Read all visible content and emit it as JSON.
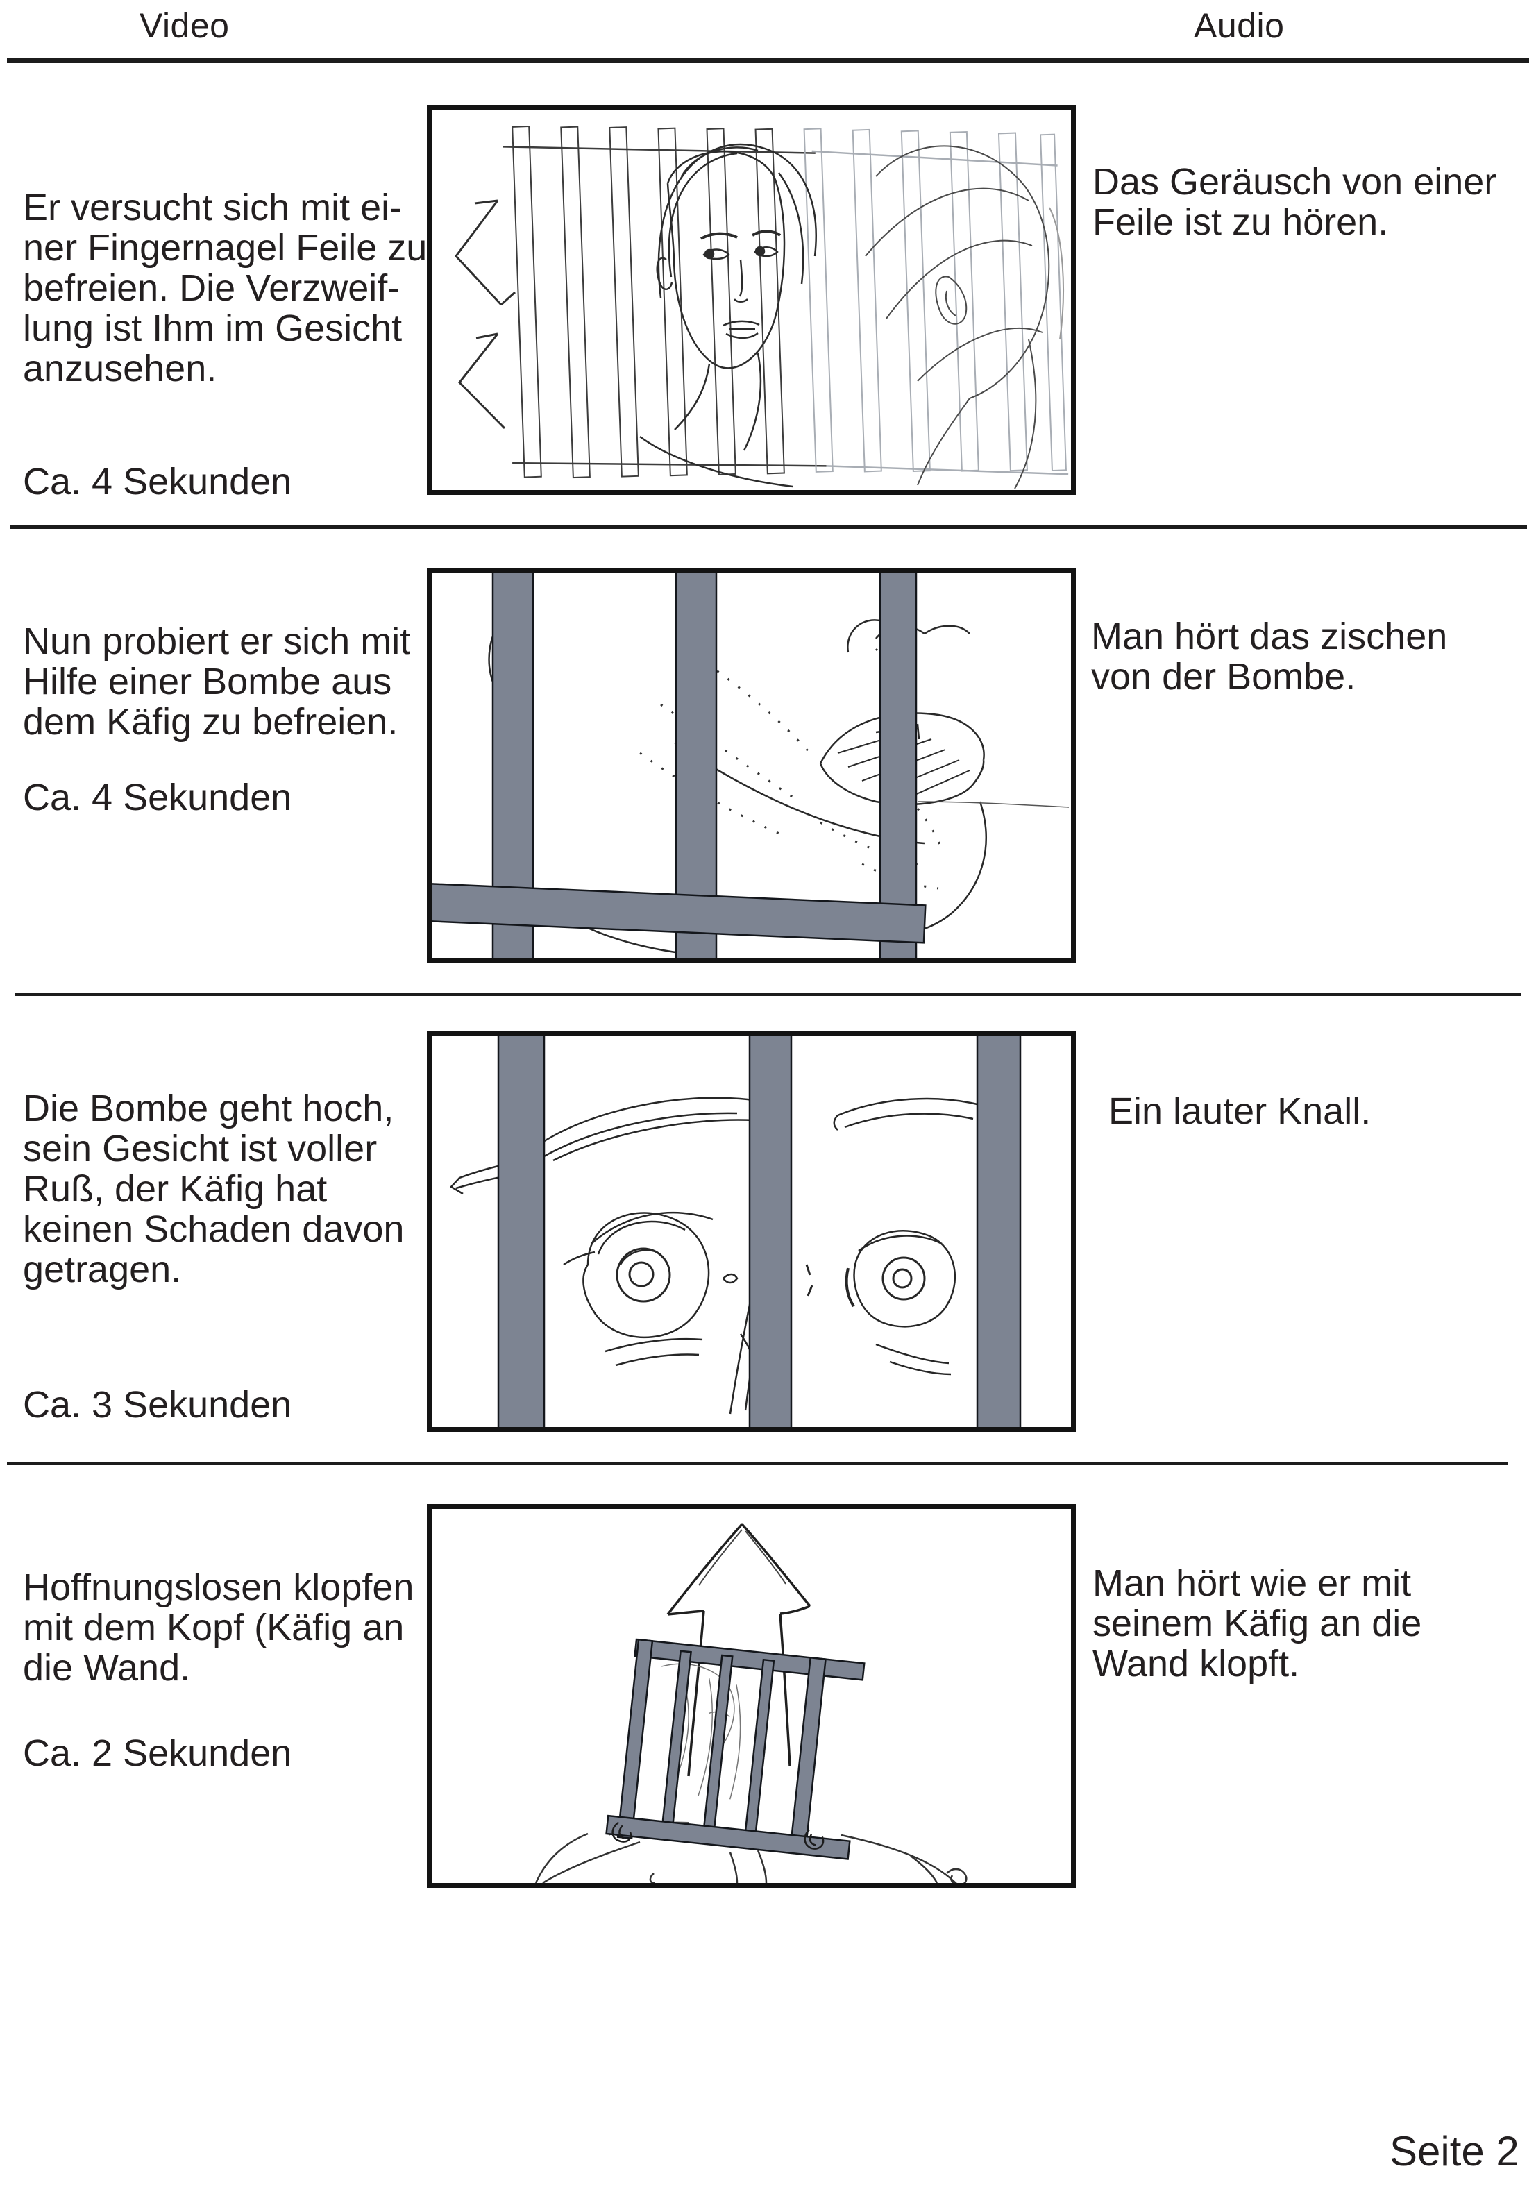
{
  "header": {
    "video_label": "Video",
    "audio_label": "Audio"
  },
  "rows": [
    {
      "video_text": "Er versucht sich mit ei-\nner Fingernagel Feile zu\nbefreien. Die Verzweif-\nlung ist Ihm im Gesicht\nanzusehen.",
      "duration": "Ca. 4 Sekunden",
      "audio_text": "Das Geräusch von einer\nFeile ist zu hören.",
      "sketch": "two-faces-behind-cage-bars"
    },
    {
      "video_text": "Nun probiert er sich mit\nHilfe einer Bombe aus\ndem Käfig zu befreien.",
      "duration": "Ca. 4 Sekunden",
      "audio_text": "Man hört das zischen\nvon der Bombe.",
      "sketch": "mouth-with-stubble-behind-bars"
    },
    {
      "video_text": "Die Bombe geht hoch,\nsein Gesicht ist voller\nRuß, der Käfig hat\nkeinen Schaden davon\ngetragen.",
      "duration": "Ca. 3 Sekunden",
      "audio_text": "Ein lauter Knall.",
      "sketch": "wide-eyes-behind-bars"
    },
    {
      "video_text": "Hoffnungslosen klopfen\nmit dem Kopf (Käfig an\ndie Wand.",
      "duration": "Ca. 2 Sekunden",
      "audio_text": "Man hört wie er mit\nseinem Käfig an die\nWand klopft.",
      "sketch": "figure-from-behind-cage-on-head-arrow-up"
    }
  ],
  "footer": {
    "page_label": "Seite 2"
  },
  "colors": {
    "bar_gray": "#7d8492",
    "ink": "#231f20",
    "line_black": "#1c1c1c"
  }
}
